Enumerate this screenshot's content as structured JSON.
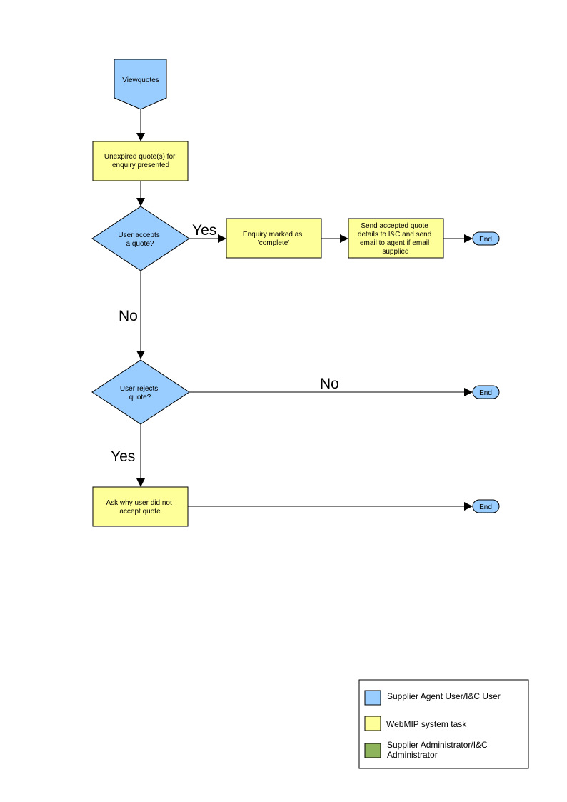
{
  "colors": {
    "user_fill": "#99ccff",
    "system_fill": "#ffff99",
    "admin_fill": "#8db35b",
    "stroke": "#000000"
  },
  "nodes": {
    "start": "Viewquotes",
    "unexpired": [
      "Unexpired quote(s) for",
      "enquiry presented"
    ],
    "accepts": [
      "User accepts",
      "a quote?"
    ],
    "marked": [
      "Enquiry marked as",
      "'complete'"
    ],
    "send": [
      "Send accepted quote",
      "details to I&C and send",
      "email to agent if email",
      "supplied"
    ],
    "end1": "End",
    "rejects": [
      "User rejects",
      "quote?"
    ],
    "end2": "End",
    "ask": [
      "Ask why user did not",
      "accept quote"
    ],
    "end3": "End"
  },
  "edges": {
    "accepts_yes": "Yes",
    "accepts_no": "No",
    "rejects_no": "No",
    "rejects_yes": "Yes"
  },
  "legend": {
    "items": [
      {
        "lines": [
          "Supplier Agent User/I&C User"
        ],
        "color": "#99ccff"
      },
      {
        "lines": [
          "WebMIP system task"
        ],
        "color": "#ffff99"
      },
      {
        "lines": [
          "Supplier Administrator/I&C",
          "Administrator"
        ],
        "color": "#8db35b"
      }
    ]
  }
}
